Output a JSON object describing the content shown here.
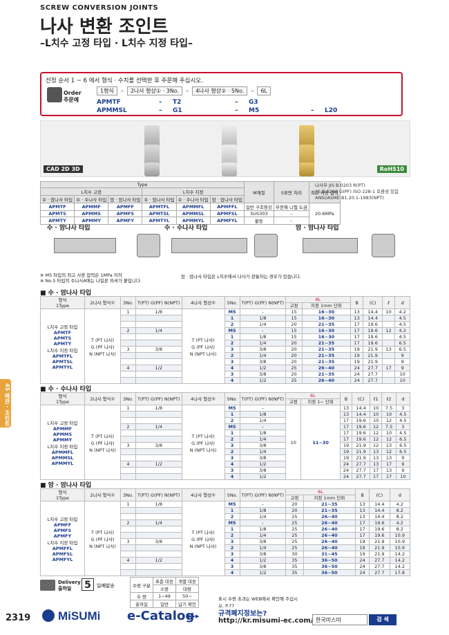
{
  "header": {
    "en_title": "SCREW CONVERSION JOINTS",
    "ko_title": "나사 변환 조인트",
    "subtitle": "–L치수 고정 타입 · L치수 지정 타입–"
  },
  "order": {
    "instruction": "선정 순서 1 ~ 6 에서 형식 · 수치를 선택한 후 주문해 주십시오.",
    "label_en": "Order",
    "label_ko": "주문예",
    "fields": [
      "1형식",
      "2나사 형상① · 3No.",
      "4나사 형상② · 5No.",
      "6L"
    ],
    "example_1": [
      "APMTF",
      "T2",
      "G3",
      ""
    ],
    "example_2": [
      "APMMSL",
      "G1",
      "M5",
      "L20"
    ]
  },
  "badges": {
    "cad": "CAD 2D 3D",
    "rohs": "RoHS10"
  },
  "spec": {
    "type_header": "Type",
    "fixed_header": "L치수 고정",
    "designated_header": "L치수 지정",
    "sub_headers": [
      "수 · 암나사 타입",
      "수 · 수나사 타입",
      "암 · 암나사 타입",
      "수 · 암나사 타입",
      "수 · 수나사 타입",
      "암 · 암나사 타입"
    ],
    "rows": [
      [
        "APMTF",
        "APMMF",
        "APMFF",
        "APMTFL",
        "APMMFL",
        "APMFFL"
      ],
      [
        "APMTS",
        "APMMS",
        "APMFS",
        "APMTSL",
        "APMMSL",
        "APMFSL"
      ],
      [
        "APMTY",
        "APMMY",
        "APMFY",
        "APMTYL",
        "APMMYL",
        "APMFYL"
      ]
    ],
    "material_header": "M재질",
    "surface_header": "S표면 처리",
    "pressure_header": "최고 사용 압력",
    "materials": [
      "일반 구조용강",
      "SUS303",
      "황동"
    ],
    "surfaces": [
      "무전해 니켈 도금",
      "–",
      "–"
    ],
    "pressure": "20.6MPa",
    "std_notes": [
      "나사부 JIS B 0203 R(PT)",
      "JIS B 0202 G(PF) ISO 228-1 호환성 있음",
      "ANSI/ASME B1.20.1-1983(NPT)"
    ]
  },
  "diagrams": {
    "titles": [
      "수 · 암나사 타입",
      "수 · 수나사 타입",
      "암 · 암나사 타입"
    ],
    "note1": "※ M5 타입의 최고 사용 압력은 1MPa 이하",
    "note2": "※ No.5 타입의 수나사A에는 나일론 와셔가 붙입니다.",
    "note3": "암 · 암나사 타입은 L치수에서 나사가 관통하는 경우가 있습니다."
  },
  "sections": {
    "ma": "수 · 암나사 타입",
    "mm": "수 · 수나사 타입",
    "ff": "암 · 암나사 타입"
  },
  "table_headers": {
    "type": "형식",
    "type_en": "1Type",
    "thread1": "2나사 형식①",
    "no": "3No.",
    "tpg": "T(PT) G(PF) N(NPT)",
    "thread2": "4나사 형상②",
    "no2": "5No.",
    "L": "6L",
    "fixed": "고정",
    "designated": "지정 1mm 단위",
    "B": "B",
    "C": "(C)",
    "l": "ℓ",
    "l1": "ℓ1",
    "l2": "ℓ2",
    "d": "d"
  },
  "ma_table": {
    "types": [
      "L치수 고정 타입",
      "APMTF",
      "APMTS",
      "APMTY",
      "L치수 지정 타입",
      "APMTFL",
      "APMTSL",
      "APMTYL"
    ],
    "thread_opts": [
      "T (PT 나사)",
      "G (PF 나사)",
      "N (NPT 나사)"
    ],
    "rows": [
      [
        "1",
        "1/8",
        "M5",
        "–",
        "15",
        "16~30",
        "13",
        "14.4",
        "10",
        "4.2"
      ],
      [
        "",
        "",
        "1",
        "1/8",
        "15",
        "16~30",
        "13",
        "14.4",
        "",
        "4.5"
      ],
      [
        "",
        "",
        "2",
        "1/4",
        "20",
        "21~35",
        "17",
        "19.6",
        "",
        "4.5"
      ],
      [
        "2",
        "1/4",
        "M5",
        "–",
        "15",
        "16~30",
        "17",
        "19.6",
        "12",
        "4.2"
      ],
      [
        "",
        "",
        "1",
        "1/8",
        "15",
        "16~30",
        "17",
        "19.6",
        "",
        "4.5"
      ],
      [
        "",
        "",
        "2",
        "1/4",
        "20",
        "21~35",
        "17",
        "19.6",
        "",
        "6.5"
      ],
      [
        "3",
        "3/8",
        "3",
        "3/8",
        "20",
        "21~35",
        "19",
        "21.9",
        "13",
        "6.5"
      ],
      [
        "",
        "",
        "2",
        "1/4",
        "20",
        "21~35",
        "19",
        "21.9",
        "",
        "9"
      ],
      [
        "",
        "",
        "3",
        "3/8",
        "20",
        "21~35",
        "19",
        "21.9",
        "",
        "9"
      ],
      [
        "4",
        "1/2",
        "4",
        "1/2",
        "25",
        "26~40",
        "24",
        "27.7",
        "17",
        "9"
      ],
      [
        "",
        "",
        "3",
        "3/8",
        "20",
        "21~35",
        "24",
        "27.7",
        "",
        "10"
      ],
      [
        "",
        "",
        "4",
        "1/2",
        "25",
        "26~40",
        "24",
        "27.7",
        "",
        "10"
      ]
    ]
  },
  "mm_table": {
    "types": [
      "L치수 고정 타입",
      "APMMF",
      "APMMS",
      "APMMY",
      "L치수 지정 타입",
      "APMMFL",
      "APMMSL",
      "APMMYL"
    ],
    "L_fixed": "10",
    "L_designated": "11~30",
    "rows": [
      [
        "1",
        "1/8",
        "M5",
        "–",
        "13",
        "14.4",
        "10",
        "7.5",
        "3"
      ],
      [
        "",
        "",
        "1",
        "1/8",
        "13",
        "14.4",
        "10",
        "10",
        "4.5"
      ],
      [
        "",
        "",
        "2",
        "1/4",
        "17",
        "19.6",
        "10",
        "12",
        "4.5"
      ],
      [
        "2",
        "1/4",
        "M5",
        "–",
        "17",
        "19.6",
        "12",
        "7.5",
        "3"
      ],
      [
        "",
        "",
        "1",
        "1/8",
        "17",
        "19.6",
        "12",
        "10",
        "4.5"
      ],
      [
        "",
        "",
        "2",
        "1/4",
        "17",
        "19.6",
        "12",
        "12",
        "6.5"
      ],
      [
        "3",
        "3/8",
        "3",
        "3/8",
        "19",
        "21.9",
        "12",
        "13",
        "6.5"
      ],
      [
        "",
        "",
        "2",
        "1/4",
        "19",
        "21.9",
        "13",
        "12",
        "6.5"
      ],
      [
        "",
        "",
        "3",
        "3/8",
        "19",
        "21.9",
        "13",
        "13",
        "9"
      ],
      [
        "4",
        "1/2",
        "4",
        "1/2",
        "24",
        "27.7",
        "13",
        "17",
        "9"
      ],
      [
        "",
        "",
        "3",
        "3/8",
        "24",
        "27.7",
        "17",
        "13",
        "9"
      ],
      [
        "",
        "",
        "4",
        "1/2",
        "24",
        "27.7",
        "17",
        "17",
        "10"
      ]
    ]
  },
  "ff_table": {
    "types": [
      "L치수 고정 타입",
      "APMFF",
      "APMFS",
      "APMFY",
      "L치수 지정 타입",
      "APMFFL",
      "APMFSL",
      "APMFYL"
    ],
    "rows": [
      [
        "1",
        "1/8",
        "M5",
        "–",
        "20",
        "21~35",
        "13",
        "14.4",
        "4.2"
      ],
      [
        "",
        "",
        "1",
        "1/8",
        "20",
        "21~35",
        "13",
        "14.4",
        "8.2"
      ],
      [
        "",
        "",
        "2",
        "1/4",
        "25",
        "26~40",
        "13",
        "14.4",
        "8.2"
      ],
      [
        "2",
        "1/4",
        "M5",
        "–",
        "25",
        "26~40",
        "17",
        "19.6",
        "4.2"
      ],
      [
        "",
        "",
        "1",
        "1/8",
        "25",
        "26~40",
        "17",
        "19.6",
        "8.2"
      ],
      [
        "",
        "",
        "2",
        "1/4",
        "25",
        "26~40",
        "17",
        "19.6",
        "10.9"
      ],
      [
        "3",
        "3/8",
        "3",
        "3/8",
        "25",
        "26~40",
        "19",
        "21.9",
        "10.9"
      ],
      [
        "",
        "",
        "2",
        "1/4",
        "25",
        "26~40",
        "19",
        "21.9",
        "10.9"
      ],
      [
        "",
        "",
        "3",
        "3/8",
        "30",
        "31~45",
        "19",
        "21.9",
        "14.2"
      ],
      [
        "4",
        "1/2",
        "4",
        "1/2",
        "35",
        "36~50",
        "24",
        "27.7",
        "14.2"
      ],
      [
        "",
        "",
        "3",
        "3/8",
        "35",
        "36~50",
        "24",
        "27.7",
        "14.2"
      ],
      [
        "",
        "",
        "4",
        "1/2",
        "35",
        "36~50",
        "24",
        "27.7",
        "17.8"
      ]
    ]
  },
  "side_tab": {
    "num": "45",
    "text": "배관 · 조인트"
  },
  "delivery": {
    "label_en": "Delivery",
    "label_ko": "출하일",
    "days": "5",
    "days_label": "일째발송",
    "qty_header": [
      "수량 구분",
      "표준 대응",
      "개별 대응"
    ],
    "qty_sub": [
      "",
      "소량",
      "대량"
    ],
    "qty_row": [
      "수 량",
      "1~49",
      "50~"
    ],
    "ship_row": [
      "출하일",
      "일반",
      "납기 확인"
    ],
    "note": "표시 수량 초과는 WEB에서 확인해 주십시오. P.77"
  },
  "footer": {
    "page": "2319",
    "brand": "MiSUMi",
    "ecatalog": "e-Catalog",
    "arrows": "▸▸▸",
    "question": "규격폐지정보는?",
    "url": "http://kr.misumi-ec.com/",
    "search_value": "한국미스미",
    "search_button": "검 색"
  },
  "colors": {
    "accent_red": "#c8102e",
    "accent_blue": "#1a3c8c",
    "tab_orange": "#e8a33c"
  }
}
